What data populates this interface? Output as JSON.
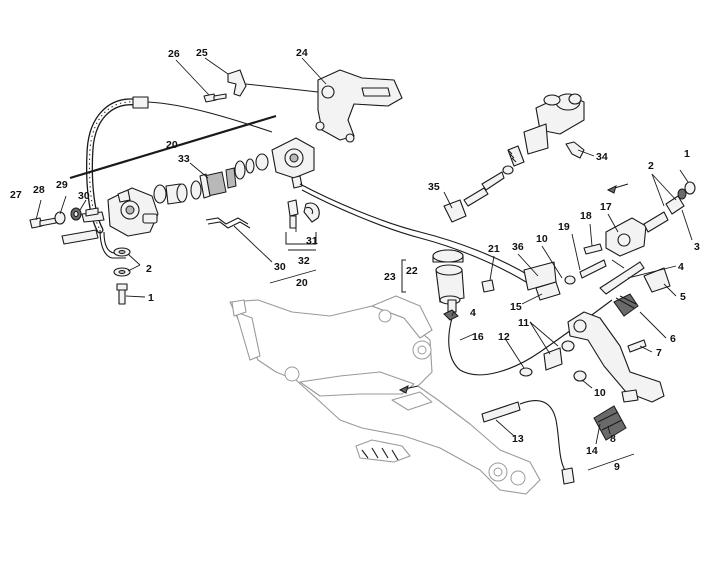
{
  "callouts": [
    {
      "id": "c1a",
      "text": "1"
    },
    {
      "id": "c1b",
      "text": "1"
    },
    {
      "id": "c2a",
      "text": "2"
    },
    {
      "id": "c2b",
      "text": "2"
    },
    {
      "id": "c3",
      "text": "3"
    },
    {
      "id": "c4a",
      "text": "4"
    },
    {
      "id": "c4b",
      "text": "4"
    },
    {
      "id": "c5",
      "text": "5"
    },
    {
      "id": "c6",
      "text": "6"
    },
    {
      "id": "c7",
      "text": "7"
    },
    {
      "id": "c8",
      "text": "8"
    },
    {
      "id": "c9",
      "text": "9"
    },
    {
      "id": "c10a",
      "text": "10"
    },
    {
      "id": "c10b",
      "text": "10"
    },
    {
      "id": "c11",
      "text": "11"
    },
    {
      "id": "c12",
      "text": "12"
    },
    {
      "id": "c13",
      "text": "13"
    },
    {
      "id": "c14",
      "text": "14"
    },
    {
      "id": "c15",
      "text": "15"
    },
    {
      "id": "c16",
      "text": "16"
    },
    {
      "id": "c17",
      "text": "17"
    },
    {
      "id": "c18",
      "text": "18"
    },
    {
      "id": "c19",
      "text": "19"
    },
    {
      "id": "c20a",
      "text": "20"
    },
    {
      "id": "c20b",
      "text": "20"
    },
    {
      "id": "c21",
      "text": "21"
    },
    {
      "id": "c22",
      "text": "22"
    },
    {
      "id": "c23",
      "text": "23"
    },
    {
      "id": "c24",
      "text": "24"
    },
    {
      "id": "c25",
      "text": "25"
    },
    {
      "id": "c26",
      "text": "26"
    },
    {
      "id": "c27",
      "text": "27"
    },
    {
      "id": "c28",
      "text": "28"
    },
    {
      "id": "c29",
      "text": "29"
    },
    {
      "id": "c30a",
      "text": "30"
    },
    {
      "id": "c30b",
      "text": "30"
    },
    {
      "id": "c31",
      "text": "31"
    },
    {
      "id": "c32",
      "text": "32"
    },
    {
      "id": "c33",
      "text": "33"
    },
    {
      "id": "c34",
      "text": "34"
    },
    {
      "id": "c35",
      "text": "35"
    },
    {
      "id": "c36",
      "text": "36"
    }
  ]
}
